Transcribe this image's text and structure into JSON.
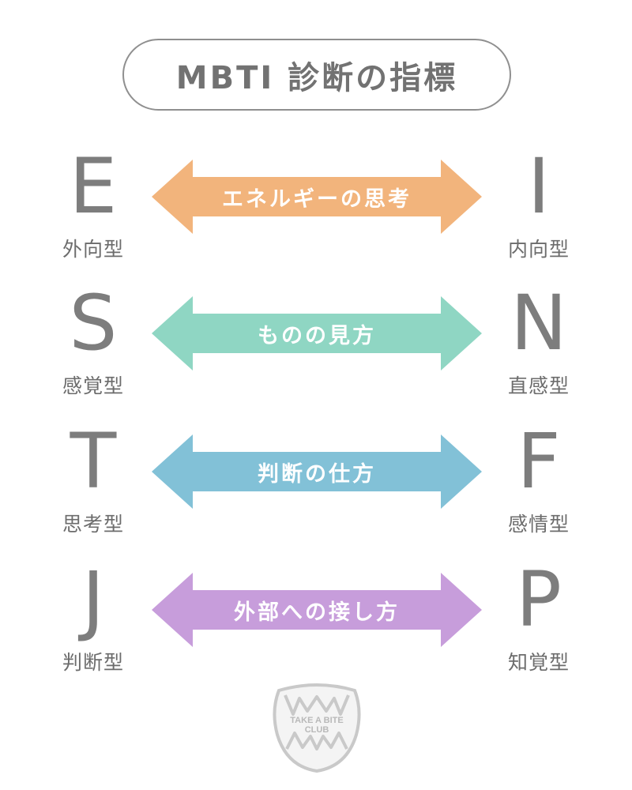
{
  "title": "MBTI 診断の指標",
  "rows": [
    {
      "left_letter": "E",
      "left_label": "外向型",
      "center": "エネルギーの思考",
      "right_letter": "I",
      "right_label": "内向型",
      "color": "#f2b47c"
    },
    {
      "left_letter": "S",
      "left_label": "感覚型",
      "center": "ものの見方",
      "right_letter": "N",
      "right_label": "直感型",
      "color": "#8fd6c3"
    },
    {
      "left_letter": "T",
      "left_label": "思考型",
      "center": "判断の仕方",
      "right_letter": "F",
      "right_label": "感情型",
      "color": "#82c1d7"
    },
    {
      "left_letter": "J",
      "left_label": "判断型",
      "center": "外部への接し方",
      "right_letter": "P",
      "right_label": "知覚型",
      "color": "#c79ddb"
    }
  ],
  "logo": {
    "line1": "TAKE A BITE",
    "line2": "CLUB"
  }
}
